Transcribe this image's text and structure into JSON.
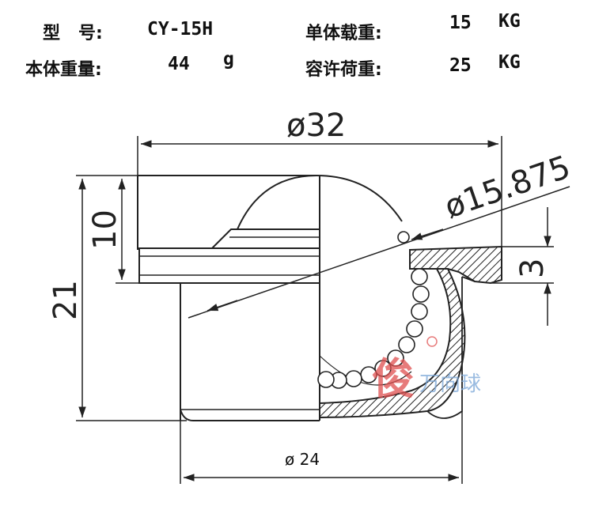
{
  "specs": {
    "model_label": "型   号:",
    "model_value": "CY-15H",
    "single_load_label": "单体载重:",
    "single_load_value": "15",
    "single_load_unit": "KG",
    "body_weight_label": "本体重量:",
    "body_weight_value": "44",
    "body_weight_unit": "g",
    "allowable_load_label": "容许荷重:",
    "allowable_load_value": "25",
    "allowable_load_unit": "KG"
  },
  "dimensions": {
    "outer_diameter": "ø32",
    "ball_diameter": "ø15.875",
    "height_total": "21",
    "height_upper": "10",
    "flange_thickness": "3",
    "body_diameter": "ø 24"
  },
  "watermark": {
    "text": "万向球",
    "logo_mark": "俊",
    "color": "#7aa6d8",
    "logo_color": "#e05050"
  }
}
